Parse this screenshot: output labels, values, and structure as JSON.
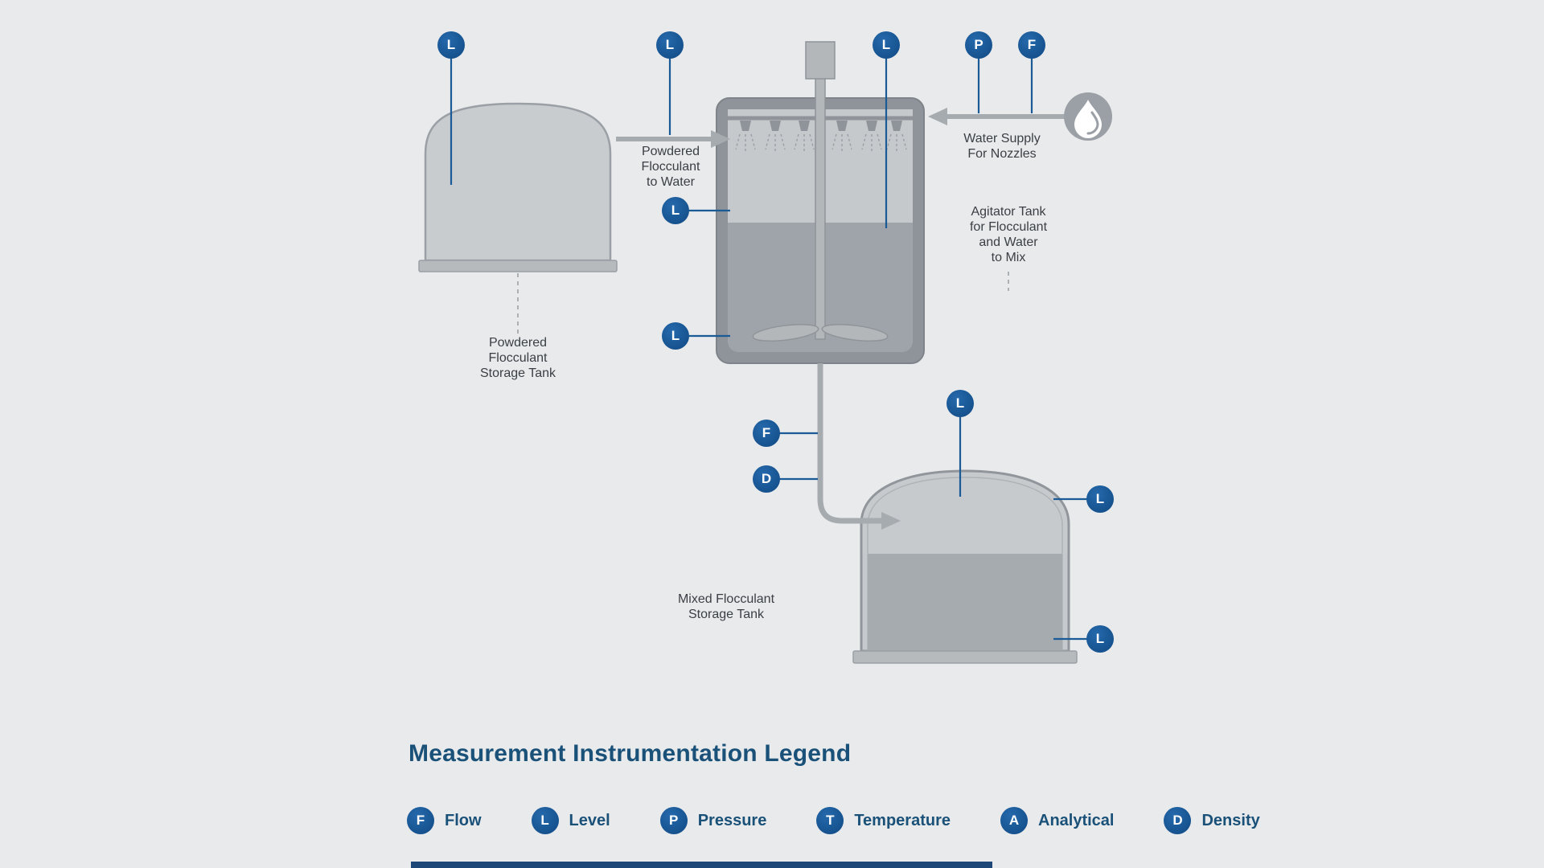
{
  "diagram": {
    "labels": {
      "powdered_tank": "Powdered\nFlocculant\nStorage Tank",
      "flocculant_to_water": "Powdered\nFlocculant\nto Water",
      "water_supply": "Water Supply\nFor Nozzles",
      "agitator_tank": "Agitator Tank\nfor Flocculant\nand Water\nto Mix",
      "mixed_tank": "Mixed Flocculant\nStorage Tank"
    },
    "markers": {
      "powdered_tank_level": "L",
      "dosing_line_level": "L",
      "agitator_top_level": "L",
      "agitator_mid_level": "L",
      "agitator_low_level": "L",
      "water_pressure": "P",
      "water_flow": "F",
      "outlet_flow": "F",
      "outlet_density": "D",
      "mixed_tank_top_level": "L",
      "mixed_tank_high_level": "L",
      "mixed_tank_low_level": "L"
    }
  },
  "legend": {
    "title": "Measurement Instrumentation Legend",
    "items": [
      {
        "symbol": "F",
        "label": "Flow"
      },
      {
        "symbol": "L",
        "label": "Level"
      },
      {
        "symbol": "P",
        "label": "Pressure"
      },
      {
        "symbol": "T",
        "label": "Temperature"
      },
      {
        "symbol": "A",
        "label": "Analytical"
      },
      {
        "symbol": "D",
        "label": "Density"
      }
    ]
  },
  "colors": {
    "badge_blue": "#15518d",
    "legend_text": "#1a5179",
    "background": "#e9eaeb",
    "tank_fill": "#c8cbce",
    "liquid_fill": "#9ea4a9",
    "pipe_gray": "#a6abaf",
    "footer_bar": "#1c4777"
  }
}
